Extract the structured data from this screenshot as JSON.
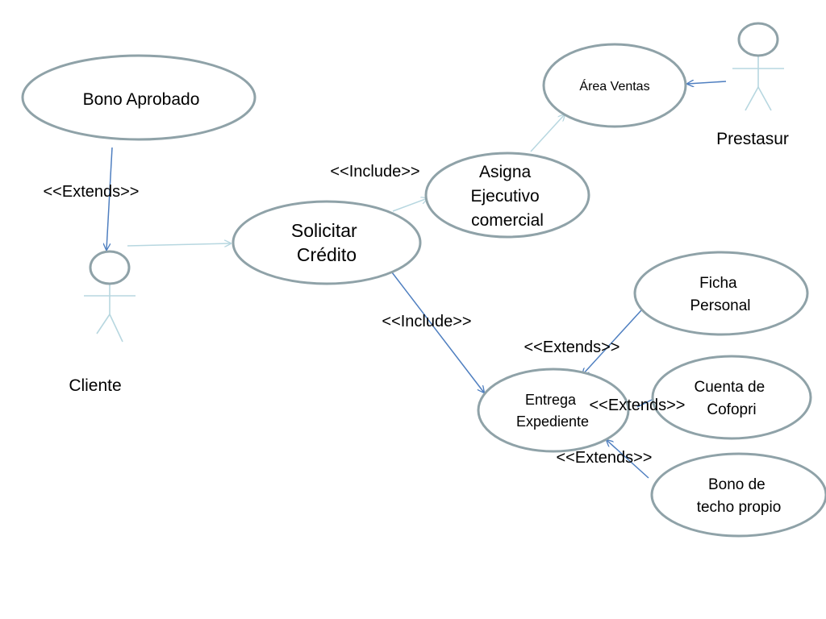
{
  "use_cases": {
    "bono_aprobado": [
      "Bono Aprobado"
    ],
    "solicitar_credito": [
      "Solicitar",
      "Crédito"
    ],
    "asigna_ejecutivo": [
      "Asigna",
      "Ejecutivo",
      "comercial"
    ],
    "area_ventas": [
      "Área Ventas"
    ],
    "ficha_personal": [
      "Ficha",
      "Personal"
    ],
    "cuenta_cofopri": [
      "Cuenta de",
      "Cofopri"
    ],
    "bono_techo": [
      "Bono de",
      "techo propio"
    ],
    "entrega_expediente": [
      "Entrega",
      "Expediente"
    ]
  },
  "actors": {
    "cliente": "Cliente",
    "prestasur": "Prestasur"
  },
  "relations": {
    "extends_bono": "<<Extends>>",
    "include_asigna": "<<Include>>",
    "include_entrega": "<<Include>>",
    "extends_ficha": "<<Extends>>",
    "extends_cuenta": "<<Extends>>",
    "extends_techo": "<<Extends>>"
  },
  "colors": {
    "ellipse_stroke": "#8fa2a8",
    "arrow_dark": "#4f7fc0",
    "arrow_light": "#b7d7e0"
  }
}
